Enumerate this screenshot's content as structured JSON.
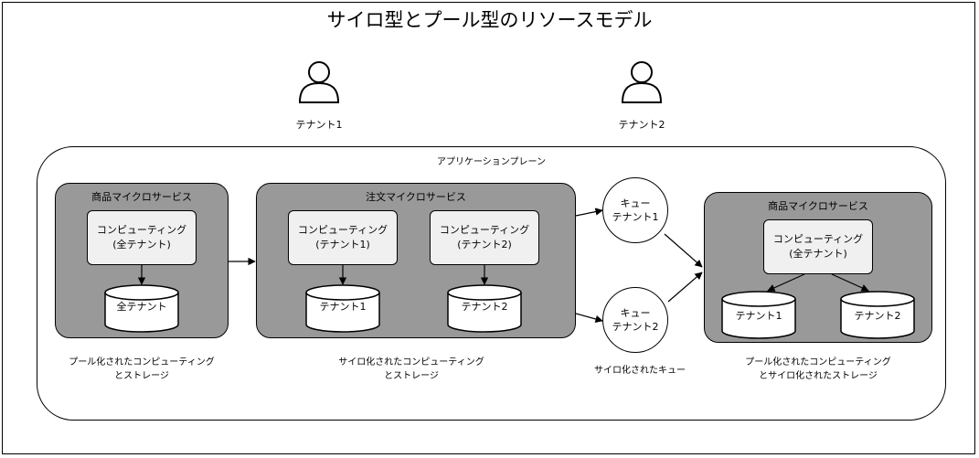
{
  "title": "サイロ型とプール型のリソースモデル",
  "tenants": [
    {
      "label": "テナント1"
    },
    {
      "label": "テナント2"
    }
  ],
  "plane_label": "アプリケーションプレーン",
  "services": [
    {
      "title": "商品マイクロサービス",
      "compute": [
        {
          "line1": "コンピューティング",
          "line2": "(全テナント)"
        }
      ],
      "dbs": [
        "全テナント"
      ],
      "caption": [
        "プール化されたコンピューティング",
        "とストレージ"
      ]
    },
    {
      "title": "注文マイクロサービス",
      "compute": [
        {
          "line1": "コンピューティング",
          "line2": "(テナント1)"
        },
        {
          "line1": "コンピューティング",
          "line2": "(テナント2)"
        }
      ],
      "dbs": [
        "テナント1",
        "テナント2"
      ],
      "caption": [
        "サイロ化されたコンピューティング",
        "とストレージ"
      ]
    },
    {
      "title": "商品マイクロサービス",
      "compute": [
        {
          "line1": "コンピューティング",
          "line2": "(全テナント)"
        }
      ],
      "dbs": [
        "テナント1",
        "テナント2"
      ],
      "caption": [
        "プール化されたコンピューティング",
        "とサイロ化されたストレージ"
      ]
    }
  ],
  "queues": [
    {
      "line1": "キュー",
      "line2": "テナント1"
    },
    {
      "line1": "キュー",
      "line2": "テナント2"
    }
  ],
  "queue_caption": "サイロ化されたキュー",
  "colors": {
    "service_fill": "#999999",
    "compute_fill": "#f0f0f0",
    "db_fill": "#ffffff"
  },
  "icons": {
    "person": "user-icon",
    "database": "database-icon"
  }
}
